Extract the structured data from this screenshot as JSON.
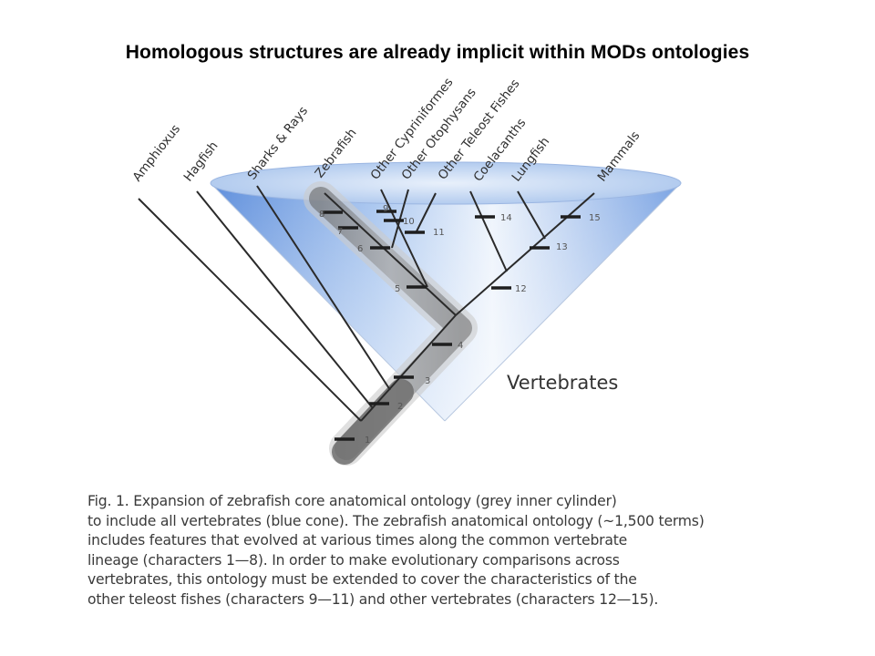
{
  "title": "Homologous structures are already implicit within MODs ontologies",
  "figure": {
    "taxa": [
      {
        "name": "Amphioxus"
      },
      {
        "name": "Hagfish"
      },
      {
        "name": "Sharks & Rays"
      },
      {
        "name": "Zebrafish"
      },
      {
        "name": "Other Cypriniformes"
      },
      {
        "name": "Other Otophysans"
      },
      {
        "name": "Other Teleost Fishes"
      },
      {
        "name": "Coelacanths"
      },
      {
        "name": "Lungfish"
      },
      {
        "name": "Mammals"
      }
    ],
    "characters": [
      "1",
      "2",
      "3",
      "4",
      "5",
      "6",
      "7",
      "8",
      "9",
      "10",
      "11",
      "12",
      "13",
      "14",
      "15"
    ],
    "clade_label": "Vertebrates",
    "colors": {
      "cone": "#8fb4ea",
      "cone_rim": "#c9dcf6",
      "cylinder": "#7a7a7a",
      "branch": "#2a2a2a"
    }
  },
  "caption": {
    "lines": [
      "Fig. 1.  Expansion of zebrafish core anatomical ontology (grey inner cylinder)",
      "to include all vertebrates (blue cone). The zebrafish anatomical ontology (~1,500 terms)",
      " includes features that evolved at various times along the common vertebrate",
      "lineage (characters 1—8).  In order to make evolutionary comparisons across",
      "vertebrates, this ontology must be extended to cover the characteristics of the",
      "other teleost fishes (characters 9—11) and other vertebrates (characters 12—15)."
    ]
  }
}
